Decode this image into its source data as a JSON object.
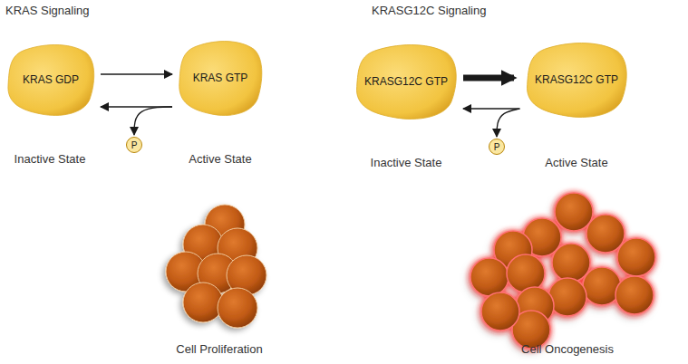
{
  "diagram": {
    "nodes": [
      {
        "text": [
          "KRAS GDP"
        ]
      },
      {
        "text": [
          "KRAS GTP"
        ]
      },
      {
        "text": [
          "P"
        ]
      },
      {
        "text": [
          "KRASG12C GTP"
        ]
      },
      {
        "text": [
          "KRASG12C GTP"
        ]
      },
      {
        "text": [
          "P"
        ]
      }
    ],
    "edges": [
      {
        "from": 0,
        "to": 1,
        "arrow": "to"
      },
      {
        "from": 1,
        "to": 0,
        "arrow": "to"
      },
      {
        "from": 1,
        "to": 2,
        "arrow": "to"
      },
      {
        "from": 3,
        "to": 4,
        "arrow": "to"
      },
      {
        "from": 4,
        "to": 3,
        "arrow": "to"
      },
      {
        "from": 4,
        "to": 5,
        "arrow": "to"
      }
    ],
    "labels": [
      "KRAS Signaling",
      "KRASG12C Signaling",
      "Inactive State",
      "Active State",
      "Inactive State",
      "Active State",
      "Cell Proliferation",
      "Cell Oncogenesis"
    ]
  }
}
